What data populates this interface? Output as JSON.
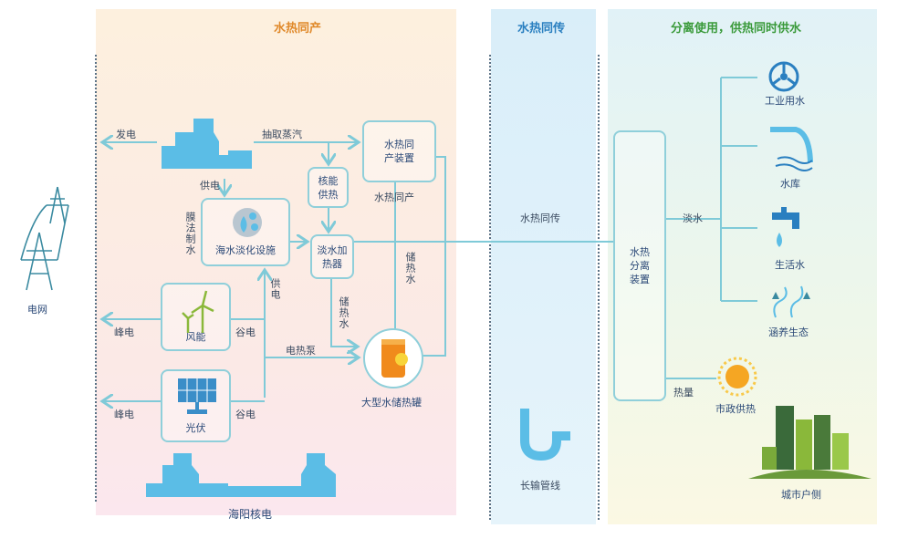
{
  "sections": {
    "left_title": "水热同产",
    "mid_title": "水热同传",
    "right_title": "分离使用，供热同时供水"
  },
  "left": {
    "grid": "电网",
    "generate": "发电",
    "extract_steam": "抽取蒸汽",
    "supply_power_1": "供电",
    "membrane": "膜法制水",
    "cogeneration_device": "水热同产装置",
    "nuclear_heat": "核能供热",
    "cogeneration": "水热同产",
    "desalination": "海水淡化设施",
    "fresh_heater": "淡水加热器",
    "stored_hot_water_1": "储热水",
    "stored_hot_water_2": "储热水",
    "supply_power_2": "供电",
    "wind": "风能",
    "solar": "光伏",
    "peak_1": "峰电",
    "peak_2": "峰电",
    "valley_1": "谷电",
    "valley_2": "谷电",
    "heat_pump": "电热泵",
    "tank": "大型水储热罐",
    "plant": "海阳核电"
  },
  "mid": {
    "transfer": "水热同传",
    "pipeline": "长输管线"
  },
  "right": {
    "separator": "水热分离装置",
    "fresh_water": "淡水",
    "heat": "热量",
    "industrial": "工业用水",
    "reservoir": "水库",
    "domestic": "生活水",
    "ecology": "涵养生态",
    "municipal_heat": "市政供热",
    "city": "城市户侧"
  },
  "colors": {
    "line": "#7fcad8",
    "left_title": "#e0892a",
    "mid_title": "#2a7fc0",
    "right_title": "#3a9a3a",
    "icon": "#5bbde6"
  }
}
